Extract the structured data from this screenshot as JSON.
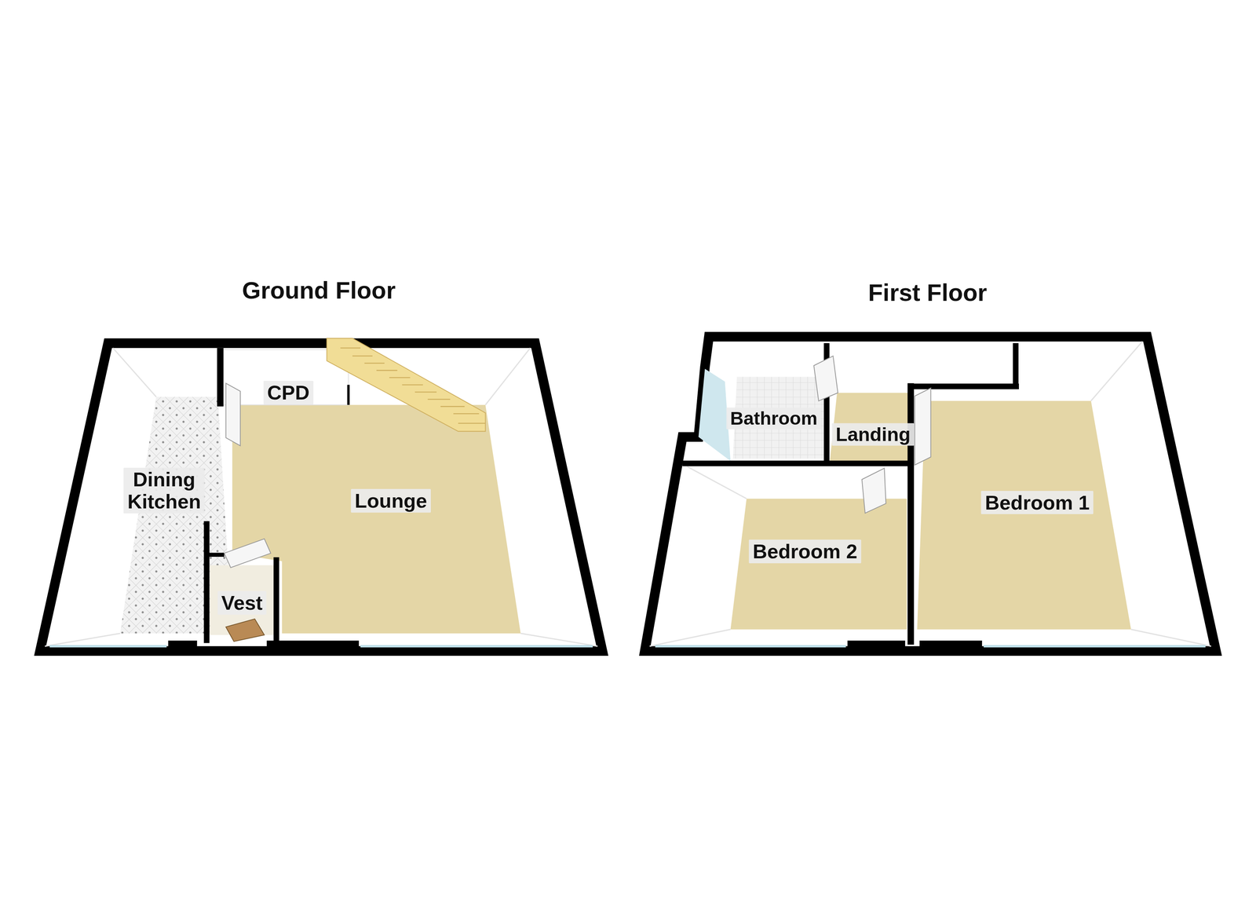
{
  "diagram": {
    "nodes": [
      {
        "text": [
          "Ground Floor"
        ]
      },
      {
        "text": [
          "Dining Kitchen"
        ],
        "in": 0
      },
      {
        "text": [
          "CPD"
        ],
        "in": 0
      },
      {
        "text": [
          "Lounge"
        ],
        "in": 0
      },
      {
        "text": [
          "Vest"
        ],
        "in": 0
      },
      {
        "text": [
          "First Floor"
        ]
      },
      {
        "text": [
          "Bathroom"
        ],
        "in": 5
      },
      {
        "text": [
          "Landing"
        ],
        "in": 5
      },
      {
        "text": [
          "Bedroom 2"
        ],
        "in": 5
      },
      {
        "text": [
          "Bedroom 1"
        ],
        "in": 5
      }
    ]
  }
}
